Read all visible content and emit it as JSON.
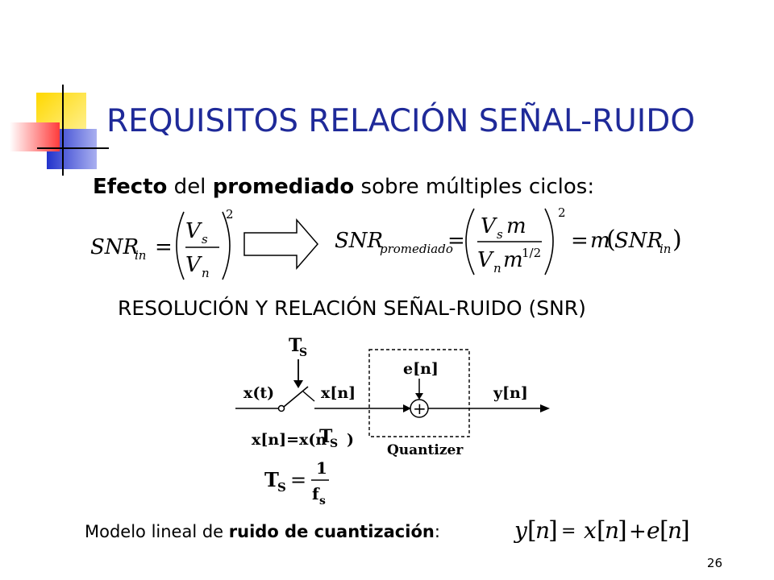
{
  "slide": {
    "title": "REQUISITOS RELACIÓN SEÑAL-RUIDO",
    "subtitle": {
      "part1_bold": "Efecto",
      "part2": " del ",
      "part3_bold": "promediado",
      "part4": " sobre múltiples ciclos:"
    },
    "formula": {
      "snr": "SNR",
      "sub_in": "in",
      "sub_prom": "promediado",
      "eq": "=",
      "vs": "V",
      "s": "s",
      "vn": "V",
      "n": "n",
      "m": "m",
      "exp2": "2",
      "exp_half": "1/2",
      "result_m": "m",
      "lparen": "(",
      "rparen": ")"
    },
    "section_title": "RESOLUCIÓN Y RELACIÓN SEÑAL-RUIDO (SNR)",
    "diagram": {
      "ts_label": "T",
      "ts_sub": "S",
      "xt": "x(t)",
      "xn": "x[n]",
      "en": "e[n]",
      "yn": "y[n]",
      "plus": "+",
      "quantizer": "Quantizer",
      "relation_left": "x[n]=x(n",
      "relation_T": "T",
      "relation_S": "S",
      "relation_right": ")",
      "ts_eq_T": "T",
      "ts_eq_S": "S",
      "ts_eq_sign": "=",
      "ts_eq_num": "1",
      "ts_eq_den_f": "f",
      "ts_eq_den_s": "s"
    },
    "bottom": {
      "part1": "Modelo lineal de ",
      "part2_bold": "ruido de cuantización",
      "part3": ":"
    },
    "eq2": {
      "y": "y",
      "x": "x",
      "e": "e",
      "n": "n",
      "eq": "=",
      "plus": "+"
    },
    "page_number": "26"
  },
  "colors": {
    "title": "#1f2a99",
    "deco_yellow": "#ffcc00",
    "deco_blue": "#2233cc",
    "deco_red": "#ff5555"
  }
}
